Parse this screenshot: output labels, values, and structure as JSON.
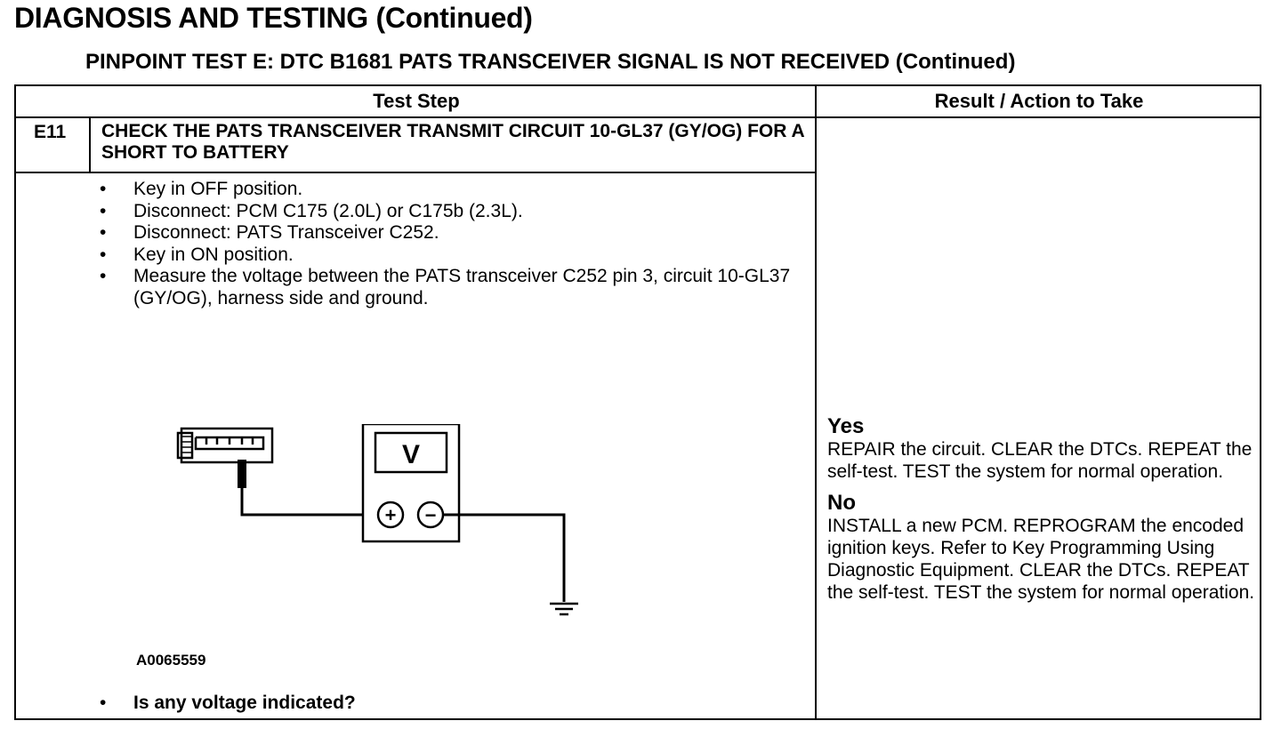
{
  "header": {
    "title": "DIAGNOSIS AND TESTING (Continued)",
    "subtitle": "PINPOINT TEST E: DTC B1681 PATS TRANSCEIVER SIGNAL IS NOT RECEIVED (Continued)"
  },
  "table": {
    "col_test_step": "Test Step",
    "col_result": "Result / Action to Take"
  },
  "step": {
    "id": "E11",
    "title": "CHECK THE PATS TRANSCEIVER TRANSMIT CIRCUIT 10-GL37 (GY/OG) FOR A SHORT TO BATTERY",
    "bullets": [
      "Key in OFF position.",
      "Disconnect: PCM C175 (2.0L) or C175b (2.3L).",
      "Disconnect: PATS Transceiver C252.",
      "Key in ON position.",
      "Measure the voltage between the PATS transceiver C252 pin 3, circuit 10-GL37 (GY/OG), harness side and ground."
    ],
    "figure_label": "A0065559",
    "question": "Is any voltage indicated?"
  },
  "diagram": {
    "meter_symbol": "V",
    "plus_symbol": "+",
    "minus_symbol": "−"
  },
  "result": {
    "yes_label": "Yes",
    "yes_text": "REPAIR the circuit. CLEAR the DTCs. REPEAT the self-test. TEST the system for normal operation.",
    "no_label": "No",
    "no_text": "INSTALL a new PCM. REPROGRAM the encoded ignition keys. Refer to  Key Programming Using Diagnostic Equipment. CLEAR the DTCs. REPEAT the self-test. TEST the system for normal operation."
  }
}
